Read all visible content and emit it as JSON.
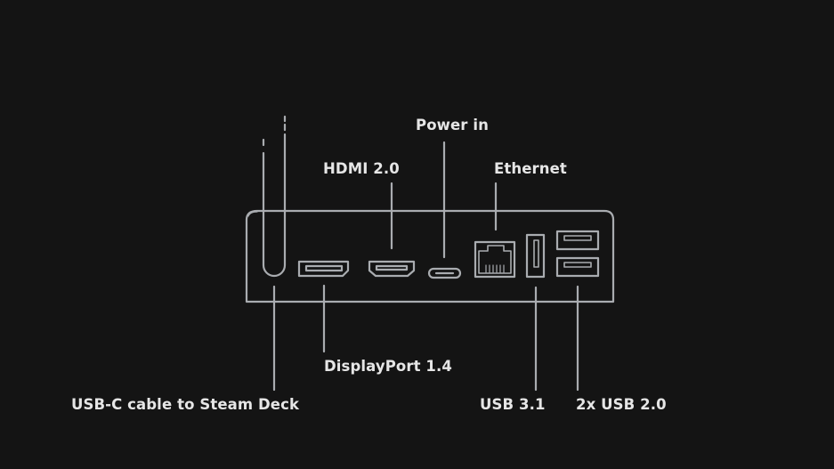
{
  "labels": {
    "power_in": "Power in",
    "hdmi": "HDMI 2.0",
    "ethernet": "Ethernet",
    "displayport": "DisplayPort 1.4",
    "usbc_cable": "USB-C cable to Steam Deck",
    "usb31": "USB 3.1",
    "usb20": "2x USB 2.0"
  },
  "colors": {
    "background": "#141414",
    "outline": "#a9acb0",
    "text": "#e6e6e6"
  }
}
